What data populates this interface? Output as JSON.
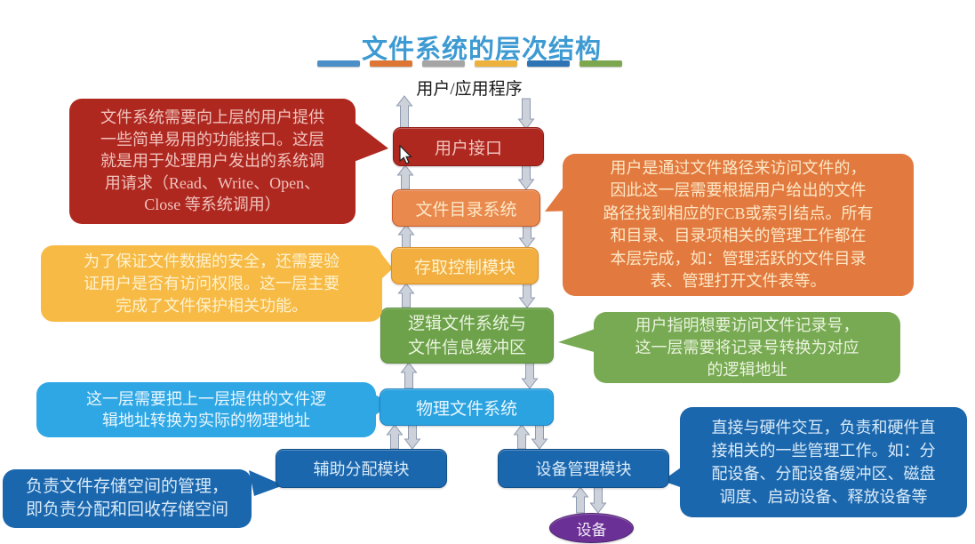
{
  "title": "文件系统的层次结构",
  "top_label": "用户/应用程序",
  "title_dashes": [
    "#4a8fc7",
    "#dd7635",
    "#a5a5a5",
    "#edb23e",
    "#2e74b5",
    "#7ca74f"
  ],
  "nodes": {
    "user_interface": "用户接口",
    "directory_system": "文件目录系统",
    "access_control": "存取控制模块",
    "logical_fs": "逻辑文件系统与\n文件信息缓冲区",
    "physical_fs": "物理文件系统",
    "aux_alloc": "辅助分配模块",
    "device_mgmt": "设备管理模块",
    "device": "设备"
  },
  "callouts": {
    "user_interface_note": "文件系统需要向上层的用户提供\n一些简单易用的功能接口。这层\n就是用于处理用户发出的系统调\n用请求（Read、Write、Open、\nClose 等系统调用）",
    "directory_note": "用户是通过文件路径来访问文件的，\n因此这一层需要根据用户给出的文件\n路径找到相应的FCB或索引结点。所有\n和目录、目录项相关的管理工作都在\n本层完成，如：管理活跃的文件目录\n表、管理打开文件表等。",
    "access_control_note": "为了保证文件数据的安全，还需要验\n证用户是否有访问权限。这一层主要\n完成了文件保护相关功能。",
    "logical_fs_note": "用户指明想要访问文件记录号，\n这一层需要将记录号转换为对应\n的逻辑地址",
    "physical_fs_note": "这一层需要把上一层提供的文件逻\n辑地址转换为实际的物理地址",
    "aux_alloc_note": "负责文件存储空间的管理，\n即负责分配和回收存储空间",
    "device_mgmt_note": "直接与硬件交互，负责和硬件直\n接相关的一些管理工作。如：分\n配设备、分配设备缓冲区、磁盘\n调度、启动设备、释放设备等"
  },
  "colors": {
    "title_blue": "#3d9ad2",
    "red": "#ae2820",
    "orange_box": "#e9894e",
    "orange_callout": "#e2793f",
    "amber_box": "#f2ae3f",
    "amber_callout": "#f7ba45",
    "green_box": "#6da24b",
    "green_callout": "#77aa52",
    "lightblue_box": "#2ba3e0",
    "lightblue_callout": "#2fa7e5",
    "darkblue": "#1b67ae",
    "purple": "#6b3095",
    "arrow_fill": "#ccd1da",
    "arrow_stroke": "#8e9ab0"
  },
  "text_colors": {
    "on_red": "#f0c3bc",
    "on_orange": "#fbe8c6",
    "on_amber": "#fdf2cf",
    "on_green": "#eaf3de",
    "on_lightblue": "#e8f6fd",
    "on_darkblue": "#d8eaf8",
    "on_purple": "#f0ebf7",
    "top_label": "#1a1a1a"
  }
}
